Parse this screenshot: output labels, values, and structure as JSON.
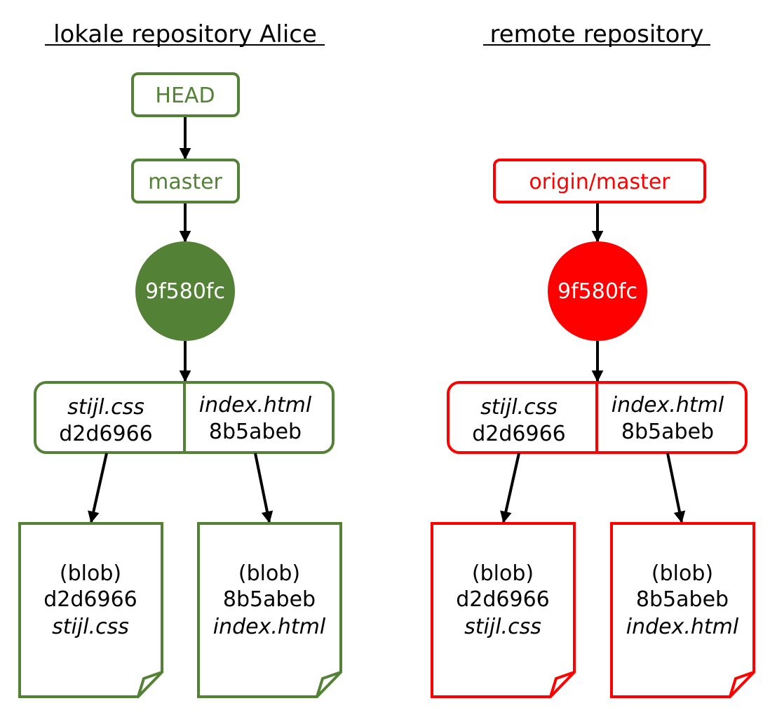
{
  "colors": {
    "local": "#538135",
    "remote": "#ff0000",
    "text": "#000000",
    "commit_text": "#ffffff"
  },
  "local": {
    "heading": "lokale repository Alice",
    "head_label": "HEAD",
    "branch_label": "master",
    "commit": "9f580fc",
    "tree": [
      {
        "name": "stijl.css",
        "hash": "d2d6966"
      },
      {
        "name": "index.html",
        "hash": "8b5abeb"
      }
    ],
    "blobs": [
      {
        "type": "(blob)",
        "hash": "d2d6966",
        "name": "stijl.css"
      },
      {
        "type": "(blob)",
        "hash": "8b5abeb",
        "name": "index.html"
      }
    ]
  },
  "remote": {
    "heading": "remote repository",
    "branch_label": "origin/master",
    "commit": "9f580fc",
    "tree": [
      {
        "name": "stijl.css",
        "hash": "d2d6966"
      },
      {
        "name": "index.html",
        "hash": "8b5abeb"
      }
    ],
    "blobs": [
      {
        "type": "(blob)",
        "hash": "d2d6966",
        "name": "stijl.css"
      },
      {
        "type": "(blob)",
        "hash": "8b5abeb",
        "name": "index.html"
      }
    ]
  }
}
